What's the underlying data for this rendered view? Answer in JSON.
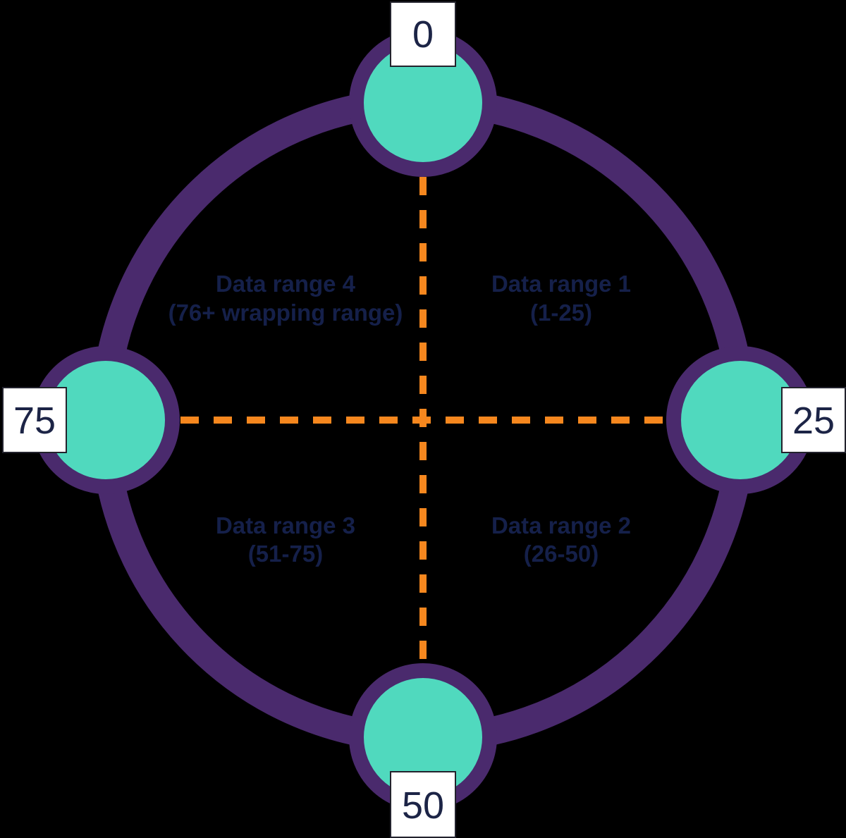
{
  "colors": {
    "background": "#000000",
    "ring_purple": "#4A2A6D",
    "node_teal": "#50D9BE",
    "dash_orange": "#F6871E",
    "text_navy": "#15204A",
    "number_navy": "#1C2446",
    "label_bg": "#FFFFFF",
    "label_border": "#23232D"
  },
  "diagram": {
    "nodes": [
      {
        "position": "top",
        "value": "0"
      },
      {
        "position": "right",
        "value": "25"
      },
      {
        "position": "bottom",
        "value": "50"
      },
      {
        "position": "left",
        "value": "75"
      }
    ],
    "quadrants": [
      {
        "position": "top-right",
        "name": "Data range 1",
        "range": "(1-25)"
      },
      {
        "position": "bottom-right",
        "name": "Data range 2",
        "range": "(26-50)"
      },
      {
        "position": "bottom-left",
        "name": "Data range 3",
        "range": "(51-75)"
      },
      {
        "position": "top-left",
        "name": "Data range 4",
        "range": "(76+ wrapping range)"
      }
    ]
  }
}
